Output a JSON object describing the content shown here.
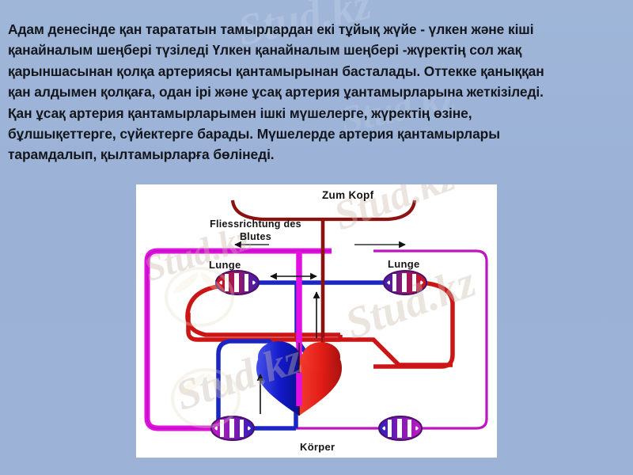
{
  "slide": {
    "background_color": "#9cb4d8",
    "panel_background": "#ffffff"
  },
  "body_text": {
    "lines": [
      "Адам денесінде қан тарататын тамырлардан екі тұйық жүйе - үлкен және кіші",
      "қанайналым шеңбері түзіледі Үлкен қанайналым шеңбері -жүректің сол жақ",
      "қарыншасынан қолқа артериясы қантамырынан басталады. Оттекке қаныққан",
      "қан алдымен қолқаға, одан ірі және ұсақ артерия ұантамырларына жеткізіледі.",
      "Қан ұсақ артерия қантамырларымен ішкі мүшелерге, жүректің өзіне,",
      "бұлшықеттерге, сүйектерге барады. Мүшелерде артерия қантамырлары",
      "тарамдалып, қылтамырларға бөлінеді."
    ]
  },
  "diagram": {
    "title_label": "Zum Kopf",
    "flow_label": "Fliessrichtung des Blutes",
    "flow_label_line1": "Fliessrichtung des",
    "flow_label_line2": "Blutes",
    "lung_left_label": "Lunge",
    "lung_right_label": "Lunge",
    "body_label": "Körper",
    "colors": {
      "artery_red": "#cc1616",
      "dark_red": "#8c1212",
      "vein_blue": "#1a25c4",
      "aorta_magenta": "#e211e2",
      "capillary_purple": "#6a1d9e",
      "heart_blue": "#1520d8",
      "heart_red": "#e8201b",
      "arrow_black": "#111111"
    }
  },
  "watermarks": {
    "texts": [
      "Stud.kz",
      "Stud.kz",
      "Stud.kz",
      "Stud.kz",
      "Stud.kz",
      "Stud.kz"
    ]
  }
}
